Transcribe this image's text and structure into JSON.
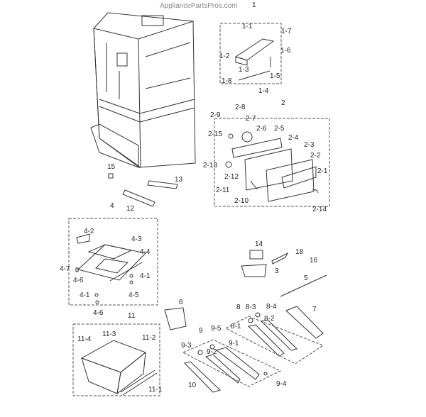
{
  "watermark": "AppliancePartsPros.com",
  "labels": [
    "1",
    "1-1",
    "1-7",
    "1-6",
    "1-2",
    "1-3",
    "1-5",
    "1-8",
    "1-4",
    "2",
    "2-8",
    "2-9",
    "2-7",
    "2-6",
    "2-15",
    "2-5",
    "2-4",
    "2-3",
    "2-2",
    "2-13",
    "2-1",
    "2-12",
    "2-11",
    "2-10",
    "2-14",
    "15",
    "13",
    "12",
    "4",
    "4-2",
    "4-3",
    "4-4",
    "4-7",
    "4-6",
    "4-1",
    "4-5",
    "4-1",
    "4-6",
    "11",
    "11-3",
    "11-4",
    "11-2",
    "11-1",
    "6",
    "14",
    "18",
    "16",
    "3",
    "5",
    "8",
    "8-3",
    "8-4",
    "7",
    "8-2",
    "8-1",
    "9",
    "9-5",
    "9-1",
    "9-3",
    "9-2",
    "10",
    "9-4"
  ],
  "colors": {
    "line": "#333333",
    "watermark": "#888888"
  }
}
